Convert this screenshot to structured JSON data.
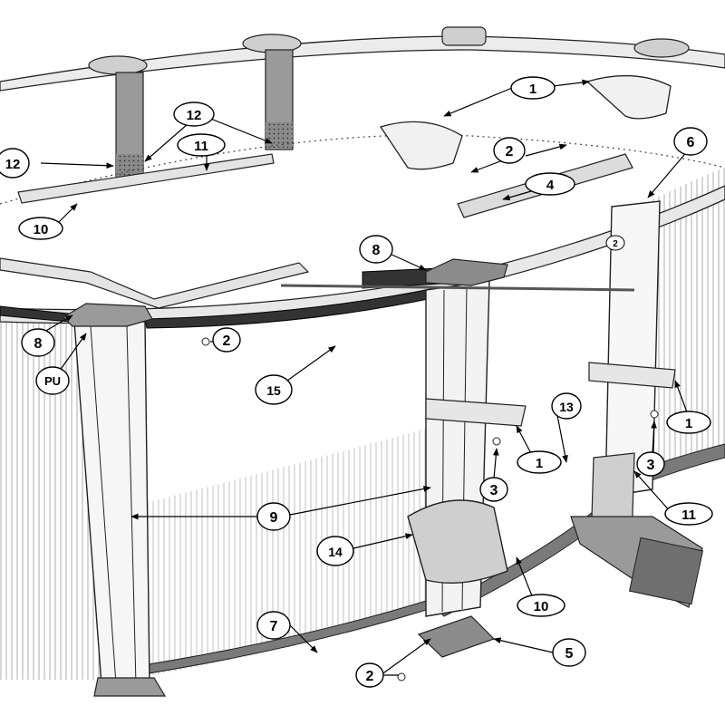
{
  "diagram": {
    "callouts": [
      {
        "id": "c1a",
        "text": "1"
      },
      {
        "id": "c1b",
        "text": "1"
      },
      {
        "id": "c1c",
        "text": "1"
      },
      {
        "id": "c2a",
        "text": "2"
      },
      {
        "id": "c2b",
        "text": "2"
      },
      {
        "id": "c2c",
        "text": "2"
      },
      {
        "id": "c2d",
        "text": "2"
      },
      {
        "id": "c3a",
        "text": "3"
      },
      {
        "id": "c3b",
        "text": "3"
      },
      {
        "id": "c4",
        "text": "4"
      },
      {
        "id": "c5",
        "text": "5"
      },
      {
        "id": "c6",
        "text": "6"
      },
      {
        "id": "c7",
        "text": "7"
      },
      {
        "id": "c8a",
        "text": "8"
      },
      {
        "id": "c8b",
        "text": "8"
      },
      {
        "id": "c9",
        "text": "9"
      },
      {
        "id": "c10a",
        "text": "10"
      },
      {
        "id": "c10b",
        "text": "10"
      },
      {
        "id": "c11a",
        "text": "11"
      },
      {
        "id": "c11b",
        "text": "11"
      },
      {
        "id": "c12a",
        "text": "12"
      },
      {
        "id": "c12b",
        "text": "12"
      },
      {
        "id": "c13",
        "text": "13"
      },
      {
        "id": "c14",
        "text": "14"
      },
      {
        "id": "c15",
        "text": "15"
      },
      {
        "id": "cPU",
        "text": "PU"
      }
    ]
  }
}
